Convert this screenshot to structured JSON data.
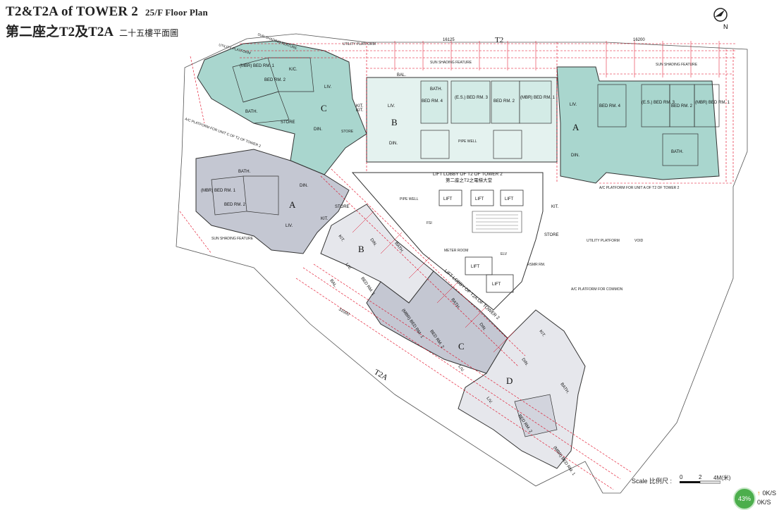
{
  "header": {
    "title_en": "T2&T2A of TOWER 2",
    "subtitle_en": "25/F Floor Plan",
    "title_zh": "第二座之T2及T2A",
    "subtitle_zh": "二十五樓平面圖"
  },
  "compass": {
    "label": "N"
  },
  "tower_labels": {
    "t2": "T2",
    "t2a": "T2A"
  },
  "units_t2": [
    {
      "letter": "C",
      "rooms": [
        "(MBR) BED RM. 1",
        "BED RM. 2",
        "BATH.",
        "K/C.",
        "LIV.",
        "DIN.",
        "STORE",
        "KIT."
      ]
    },
    {
      "letter": "B",
      "rooms": [
        "LIV.",
        "DIN.",
        "BED RM. 4",
        "(E.S.) BED RM. 3",
        "BED RM. 2",
        "(MBR) BED RM. 1",
        "BATH.",
        "KIT.",
        "BAL."
      ]
    },
    {
      "letter": "A",
      "rooms": [
        "LIV.",
        "DIN.",
        "BED RM. 4",
        "(E.S.) BED RM. 3",
        "BED RM. 2",
        "(MBR) BED RM. 1",
        "BATH.",
        "KIT.",
        "STORE"
      ]
    }
  ],
  "units_t2a": [
    {
      "letter": "A",
      "rooms": [
        "(MBR) BED RM. 1",
        "BED RM. 2",
        "BATH.",
        "LIV.",
        "DIN.",
        "KIT.",
        "STORE"
      ]
    },
    {
      "letter": "B",
      "rooms": [
        "LIV.",
        "DIN.",
        "BED RM. 1",
        "BATH.",
        "KIT.",
        "BAL."
      ]
    },
    {
      "letter": "C",
      "rooms": [
        "(MBR) BED RM. 1",
        "BED RM. 2",
        "LIV.",
        "DIN.",
        "BATH."
      ]
    },
    {
      "letter": "D",
      "rooms": [
        "(MBR) BED RM. 1",
        "BED RM. 2",
        "LIV.",
        "DIN.",
        "KIT.",
        "BATH."
      ]
    }
  ],
  "labels": {
    "lobby_en": "LIFT LOBBY OF T2 OF TOWER 2",
    "lobby_zh": "第二座之T2之電梯大堂",
    "lobby2_en": "LIFT LOBBY OF T2A OF TOWER 2",
    "lift": "LIFT",
    "pipe_well": "PIPE WELL",
    "meter_room": "METER ROOM",
    "elv": "ELV",
    "void": "VOID",
    "sun_shading": "SUN SHADING FEATURE",
    "utility_platform": "UTILITY PLATFORM",
    "ac_platform": "A/C PLATFORM FOR COMMON",
    "ac_unit_a": "A/C PLATFORM FOR UNIT A OF T2 OF TOWER 2",
    "ac_unit_c": "A/C PLATFORM FOR UNIT C OF T2 OF TOWER 2",
    "rsmr": "RSMR RM.",
    "fsi": "FSI",
    "store": "STORE",
    "kit": "KIT."
  },
  "dimensions": {
    "t2_left": "16125",
    "t2_right": "16200",
    "t2a": "31000"
  },
  "scale": {
    "label": "Scale 比例尺 :",
    "ticks": [
      "0",
      "2",
      "4M(米)"
    ]
  },
  "net_widget": {
    "percent": "43%",
    "upload": "0K/S",
    "download": "0K/S"
  },
  "colors": {
    "teal_unit": "#a9d6ce",
    "grey_unit": "#c4c7d2",
    "dimension": "#e0001b",
    "line": "#333333"
  }
}
